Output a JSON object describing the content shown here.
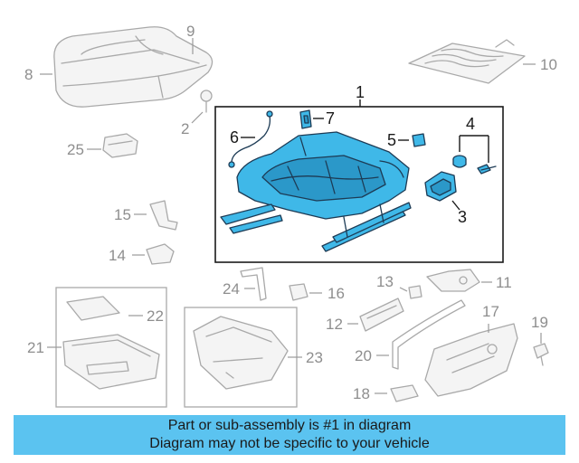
{
  "diagram": {
    "callouts": {
      "c1": "1",
      "c2": "2",
      "c3": "3",
      "c4": "4",
      "c5": "5",
      "c6": "6",
      "c7": "7",
      "c8": "8",
      "c9": "9",
      "c10": "10",
      "c11": "11",
      "c12": "12",
      "c13": "13",
      "c14": "14",
      "c15": "15",
      "c16": "16",
      "c17": "17",
      "c18": "18",
      "c19": "19",
      "c20": "20",
      "c21": "21",
      "c22": "22",
      "c23": "23",
      "c24": "24",
      "c25": "25"
    },
    "highlight_color": "#3fb8e8",
    "outline_color": "#a9a9a9"
  },
  "banner": {
    "line1": "Part or sub-assembly is #1 in diagram",
    "line2": "Diagram may not be specific to your vehicle",
    "background": "#5bc3f0"
  }
}
